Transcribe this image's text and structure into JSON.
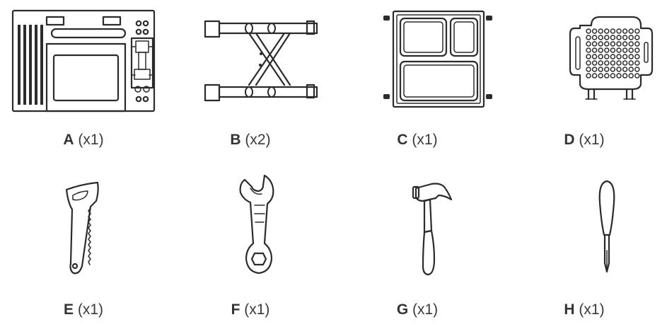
{
  "parts": [
    {
      "letter": "A",
      "qty": "(x1)",
      "icon": "kitchen-panel-icon"
    },
    {
      "letter": "B",
      "qty": "(x2)",
      "icon": "scissor-leg-frame-icon"
    },
    {
      "letter": "C",
      "qty": "(x1)",
      "icon": "tray-shelf-icon"
    },
    {
      "letter": "D",
      "qty": "(x1)",
      "icon": "pegboard-panel-icon"
    },
    {
      "letter": "E",
      "qty": "(x1)",
      "icon": "saw-icon"
    },
    {
      "letter": "F",
      "qty": "(x1)",
      "icon": "wrench-icon"
    },
    {
      "letter": "G",
      "qty": "(x1)",
      "icon": "hammer-icon"
    },
    {
      "letter": "H",
      "qty": "(x1)",
      "icon": "screwdriver-icon"
    }
  ]
}
